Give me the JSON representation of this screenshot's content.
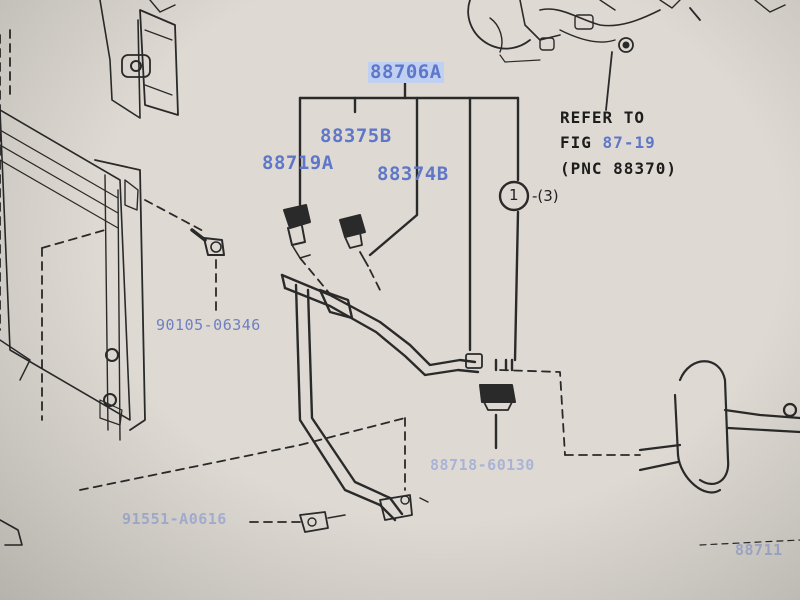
{
  "labels": {
    "assembly": "88706A",
    "part_a": "88375B",
    "part_b": "88719A",
    "part_c": "88374B",
    "bolt": "90105-06346",
    "lower_left": "91551-A0616",
    "lower_mid": "88718-60130",
    "lower_right": "88711"
  },
  "reference": {
    "line1": "REFER TO",
    "line2_prefix": "FIG",
    "line2_fig": "87-19",
    "line3_open": "(PNC",
    "line3_pnc": "88370",
    "line3_close": ")"
  },
  "callout": {
    "number": "1",
    "quantity": "-(3)"
  },
  "colors": {
    "background": "#dedad3",
    "line": "#2a2a2a",
    "part_number": "#5f77c8",
    "highlight": "#bfd0f3"
  }
}
